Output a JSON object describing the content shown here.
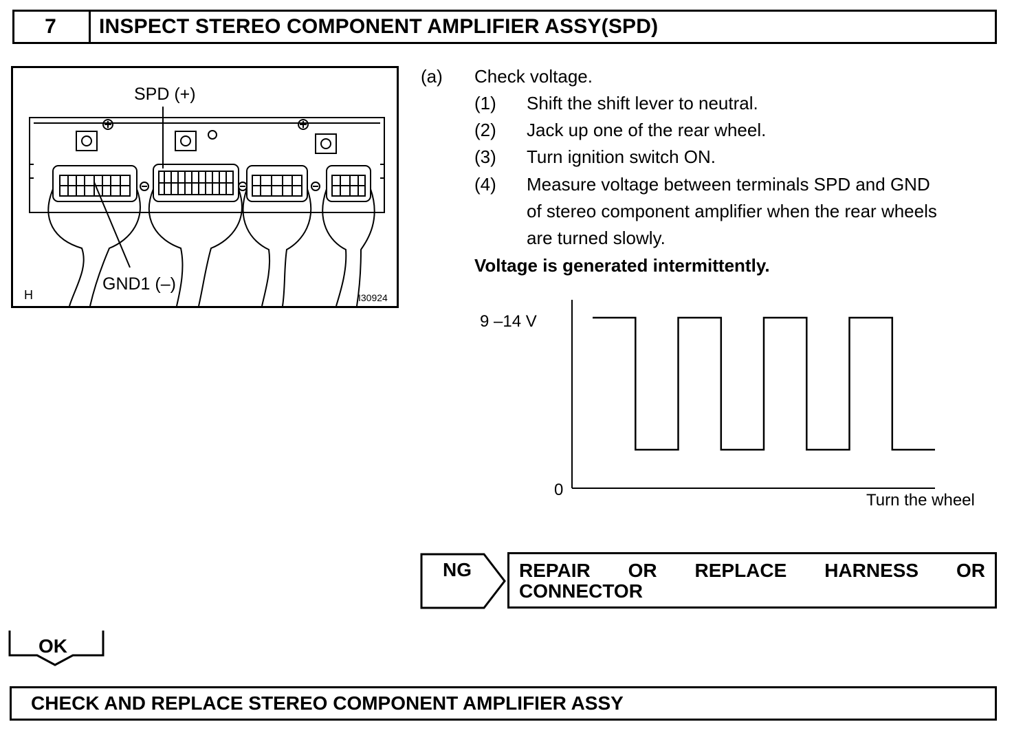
{
  "header": {
    "step_number": "7",
    "title": "INSPECT STEREO COMPONENT AMPLIFIER ASSY(SPD)"
  },
  "illustration": {
    "label_spd": "SPD (+)",
    "label_gnd": "GND1 (–)",
    "corner_letter": "H",
    "figure_code": "I30924"
  },
  "instructions": {
    "step_a_marker": "(a)",
    "step_a_text": "Check voltage.",
    "substeps": [
      {
        "marker": "(1)",
        "text": "Shift the shift lever to neutral."
      },
      {
        "marker": "(2)",
        "text": "Jack up one of the rear wheel."
      },
      {
        "marker": "(3)",
        "text": "Turn ignition switch ON."
      },
      {
        "marker": "(4)",
        "text_lines": [
          "Measure voltage between terminals SPD and GND",
          "of stereo component amplifier when the rear wheels",
          "are turned slowly."
        ]
      }
    ],
    "result_statement": "Voltage is generated intermittently."
  },
  "chart_data": {
    "type": "line",
    "y_tick_high": "9 –14 V",
    "y_tick_low": "0",
    "xlabel": "Turn the wheel",
    "waveform": "square",
    "levels": [
      "high",
      "low",
      "high",
      "low",
      "high",
      "low",
      "high",
      "low"
    ]
  },
  "ng": {
    "label": "NG",
    "result_words": [
      "REPAIR",
      "OR",
      "REPLACE",
      "HARNESS",
      "OR"
    ],
    "result_line2": "CONNECTOR"
  },
  "ok": {
    "label": "OK"
  },
  "final": {
    "text": "CHECK AND REPLACE STEREO COMPONENT AMPLIFIER ASSY"
  }
}
